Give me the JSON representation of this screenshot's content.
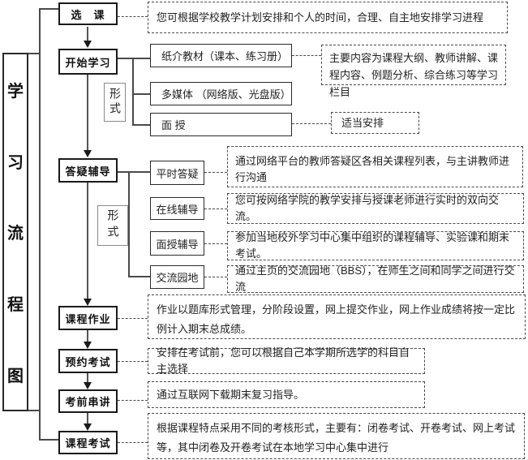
{
  "diagram_title": "学习流程图",
  "title_chars": [
    "学",
    "习",
    "流",
    "程",
    "图"
  ],
  "steps": {
    "select": {
      "label": "选　课",
      "desc": "您可根据学校教学计划安排和个人的时间，合理、自主地安排学习进程"
    },
    "start": {
      "label": "开始学习"
    },
    "qa": {
      "label": "答疑辅导"
    },
    "homework": {
      "label": "课程作业",
      "desc": "作业以题库形式管理，分阶段设置，网上提交作业，网上作业成绩将按一定比例计入期末总成绩。"
    },
    "book_exam": {
      "label": "预约考试",
      "desc": "安排在考试前，您可以根据自己本学期所选学的科目自主选择"
    },
    "review": {
      "label": "考前串讲",
      "desc": "通过互联网下载期末复习指导。"
    },
    "exam": {
      "label": "课程考试",
      "desc": "根据课程特点采用不同的考核形式，主要有：闭卷考试、开卷考试、网上考试等，其中闭卷及开卷考试在本地学习中心集中进行"
    }
  },
  "format_label": "形式",
  "study_formats": {
    "print": {
      "label": "纸介教材（课本、练习册）",
      "desc": "主要内容为课程大纲、教师讲解、课程内容、例题分析、综合练习等学习栏目"
    },
    "multimedia": {
      "label": "多媒体 （网络版、光盘版）"
    },
    "face": {
      "label": "面 授",
      "desc": "适当安排"
    }
  },
  "tutor_formats": {
    "daily": {
      "label": "平时答疑",
      "desc": "通过网络平台的教师答疑区各相关课程列表，与主讲教师进行沟通"
    },
    "online": {
      "label": "在线辅导",
      "desc": "您可按网络学院的教学安排与授课老师进行实时的双向交流。"
    },
    "face": {
      "label": "面授辅导",
      "desc": "参加当地校外学习中心集中组织的课程辅导、实验课和期末考试。"
    },
    "forum": {
      "label": "交流园地",
      "desc": "通过主页的交流园地（BBS），在师生之间和同学之间进行交流"
    }
  },
  "colors": {
    "line": "#4a4a4a",
    "box_border": "#1a1a1a",
    "background": "#ffffff",
    "text": "#222222"
  }
}
